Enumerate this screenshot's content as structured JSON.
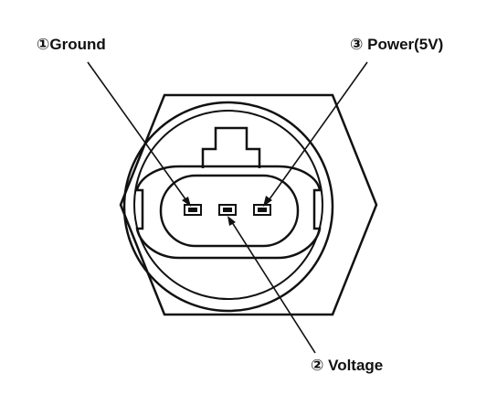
{
  "labels": {
    "ground": "①Ground",
    "power": "③ Power(5V)",
    "voltage": "② Voltage"
  },
  "colors": {
    "ink": "#111111",
    "background": "#ffffff"
  }
}
